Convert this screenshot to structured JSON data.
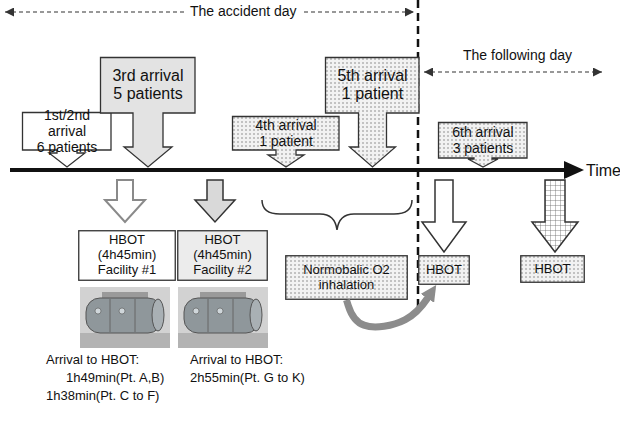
{
  "diagram": {
    "nodes": [
      {
        "text": [
          "1st/2nd arrival",
          "6 patients"
        ]
      },
      {
        "text": [
          "3rd arrival",
          "5 patients"
        ]
      },
      {
        "text": [
          "4th arrival",
          "1 patient"
        ]
      },
      {
        "text": [
          "5th arrival",
          "1 patient"
        ]
      },
      {
        "text": [
          "6th arrival",
          "3 patients"
        ]
      },
      {
        "text": [
          "HBOT (4h45min) Facility #1"
        ]
      },
      {
        "text": [
          "HBOT (4h45min) Facility #2"
        ]
      },
      {
        "text": [
          "Normobalic O2 inhalation"
        ]
      },
      {
        "text": [
          "HBOT"
        ]
      },
      {
        "text": [
          "HBOT"
        ]
      }
    ],
    "edges": [
      {
        "from": 7,
        "to": 8,
        "arrow": "to"
      }
    ],
    "labels": [
      "The accident day",
      "The following day",
      "Time",
      "Arrival to HBOT:",
      "1h49min(Pt. A,B)",
      "1h38min(Pt. C to F)",
      "Arrival to HBOT:",
      "2h55min(Pt. G to K)"
    ]
  }
}
